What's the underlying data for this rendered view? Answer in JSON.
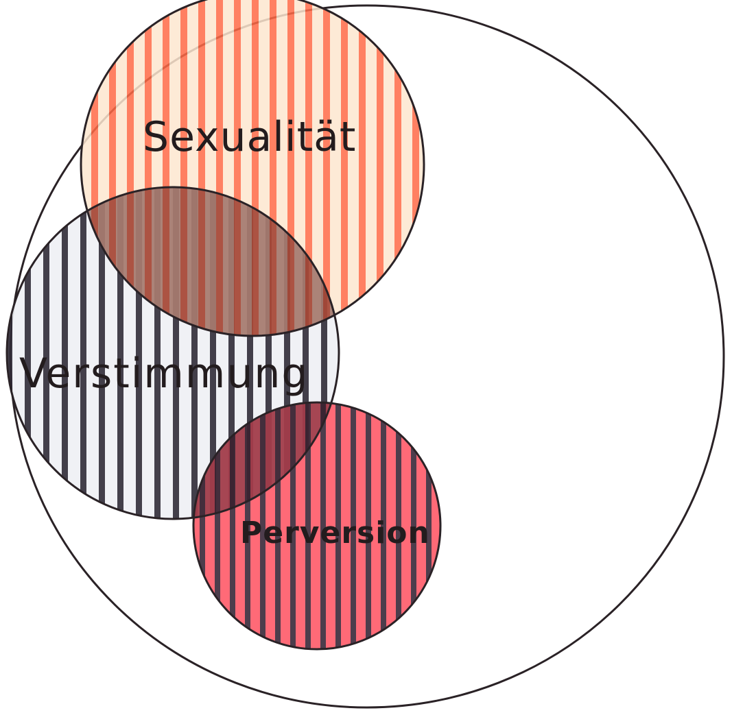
{
  "diagram": {
    "colors": {
      "background": "#ffffff",
      "outline": "#2a2226",
      "sexualitaet_stripe": "#ff6a46",
      "sexualitaet_fill": "#fde6cf",
      "verstimmung_stripe": "#2f2a36",
      "verstimmung_fill": "#eef0f4",
      "perversion_stripe": "#3a2838",
      "perversion_fill": "#ff5a68"
    },
    "labels": {
      "sexualitaet": "Sexualität",
      "verstimmung": "Verstimmung",
      "perversion": "Perversion"
    }
  }
}
